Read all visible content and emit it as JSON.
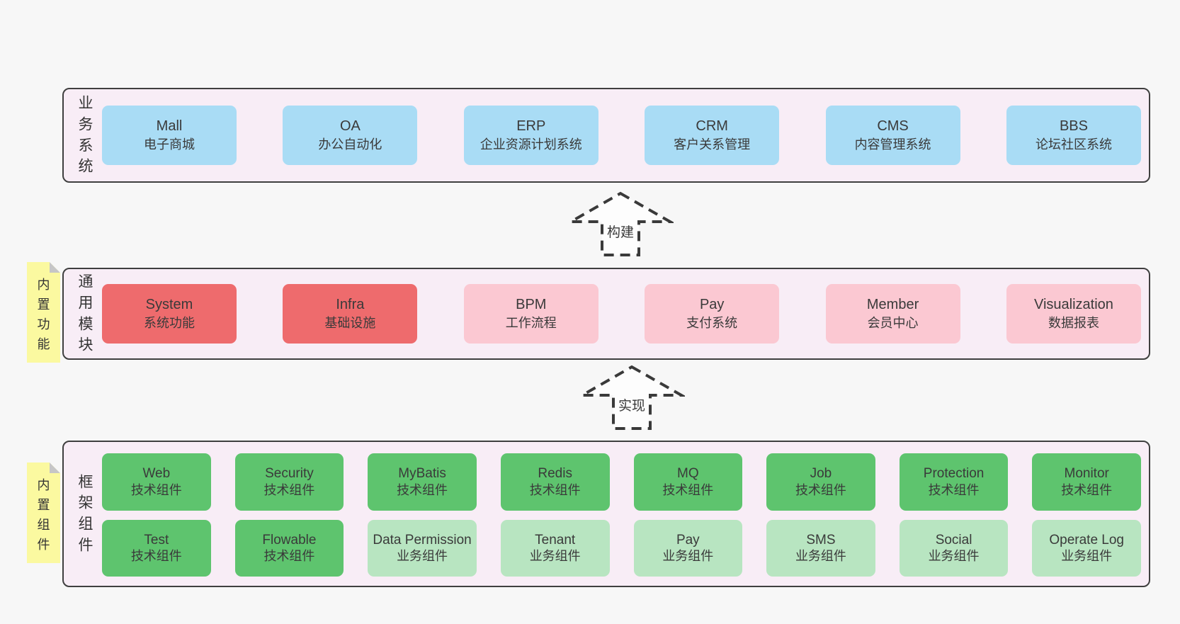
{
  "colors": {
    "page_bg": "#f7f7f7",
    "band_bg": "#f8edf6",
    "band_border": "#3f3f3f",
    "blue": "#a9dcf5",
    "red": "#ee6b6d",
    "pink": "#fbc8d2",
    "green": "#5ec46e",
    "lightgreen": "#b8e5c1",
    "sticky_yellow": "#fbf9a0",
    "sticky_fold": "#c6c6c6",
    "text": "#3a3a3a"
  },
  "arrows": [
    {
      "label": "构建"
    },
    {
      "label": "实现"
    }
  ],
  "bands": [
    {
      "id": "business",
      "label": "业务系统",
      "boxes": [
        {
          "en": "Mall",
          "zh": "电子商城",
          "type": "blue"
        },
        {
          "en": "OA",
          "zh": "办公自动化",
          "type": "blue"
        },
        {
          "en": "ERP",
          "zh": "企业资源计划系统",
          "type": "blue"
        },
        {
          "en": "CRM",
          "zh": "客户关系管理",
          "type": "blue"
        },
        {
          "en": "CMS",
          "zh": "内容管理系统",
          "type": "blue"
        },
        {
          "en": "BBS",
          "zh": "论坛社区系统",
          "type": "blue"
        }
      ]
    },
    {
      "id": "modules",
      "label": "通用模块",
      "sticky": "内置功能",
      "boxes": [
        {
          "en": "System",
          "zh": "系统功能",
          "type": "red"
        },
        {
          "en": "Infra",
          "zh": "基础设施",
          "type": "red"
        },
        {
          "en": "BPM",
          "zh": "工作流程",
          "type": "pink"
        },
        {
          "en": "Pay",
          "zh": "支付系统",
          "type": "pink"
        },
        {
          "en": "Member",
          "zh": "会员中心",
          "type": "pink"
        },
        {
          "en": "Visualization",
          "zh": "数据报表",
          "type": "pink"
        }
      ]
    },
    {
      "id": "components",
      "label": "框架组件",
      "sticky": "内置组件",
      "rows": [
        [
          {
            "en": "Web",
            "zh": "技术组件",
            "type": "green"
          },
          {
            "en": "Security",
            "zh": "技术组件",
            "type": "green"
          },
          {
            "en": "MyBatis",
            "zh": "技术组件",
            "type": "green"
          },
          {
            "en": "Redis",
            "zh": "技术组件",
            "type": "green"
          },
          {
            "en": "MQ",
            "zh": "技术组件",
            "type": "green"
          },
          {
            "en": "Job",
            "zh": "技术组件",
            "type": "green"
          },
          {
            "en": "Protection",
            "zh": "技术组件",
            "type": "green"
          },
          {
            "en": "Monitor",
            "zh": "技术组件",
            "type": "green"
          }
        ],
        [
          {
            "en": "Test",
            "zh": "技术组件",
            "type": "green"
          },
          {
            "en": "Flowable",
            "zh": "技术组件",
            "type": "green"
          },
          {
            "en": "Data Permission",
            "zh": "业务组件",
            "type": "lightgreen"
          },
          {
            "en": "Tenant",
            "zh": "业务组件",
            "type": "lightgreen"
          },
          {
            "en": "Pay",
            "zh": "业务组件",
            "type": "lightgreen"
          },
          {
            "en": "SMS",
            "zh": "业务组件",
            "type": "lightgreen"
          },
          {
            "en": "Social",
            "zh": "业务组件",
            "type": "lightgreen"
          },
          {
            "en": "Operate Log",
            "zh": "业务组件",
            "type": "lightgreen"
          }
        ]
      ]
    }
  ]
}
